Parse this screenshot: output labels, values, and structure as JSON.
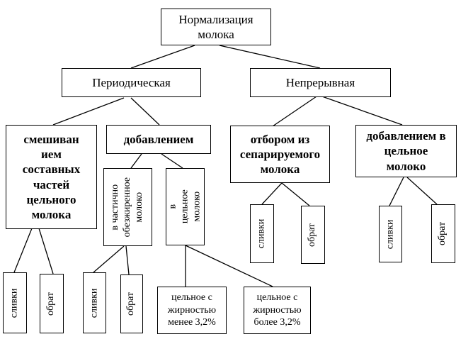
{
  "diagram": {
    "root": "Нормализация\nмолока",
    "periodic": "Периодическая",
    "continuous": "Непрерывная",
    "mixing": "смешиван\nием\nсоставных\nчастей\nцельного\nмолока",
    "adding": "добавлением",
    "partially_skimmed": "в частично\nобезжиренное\nмолоко",
    "whole_milk_target": "в цельное\nмолоко",
    "separated": "отбором из\nсепарируемого\nмолока",
    "adding_whole": "добавлением в\nцельное\nмолоко",
    "cream_1": "сливки",
    "skim_1": "обрат",
    "cream_2": "сливки",
    "skim_2": "обрат",
    "cream_3": "сливки",
    "skim_3": "обрат",
    "cream_4": "сливки",
    "skim_4": "обрат",
    "low_fat": "цельное с\nжирностью\nменее 3,2%",
    "high_fat": "цельное с\nжирностью\nболее 3,2%"
  }
}
